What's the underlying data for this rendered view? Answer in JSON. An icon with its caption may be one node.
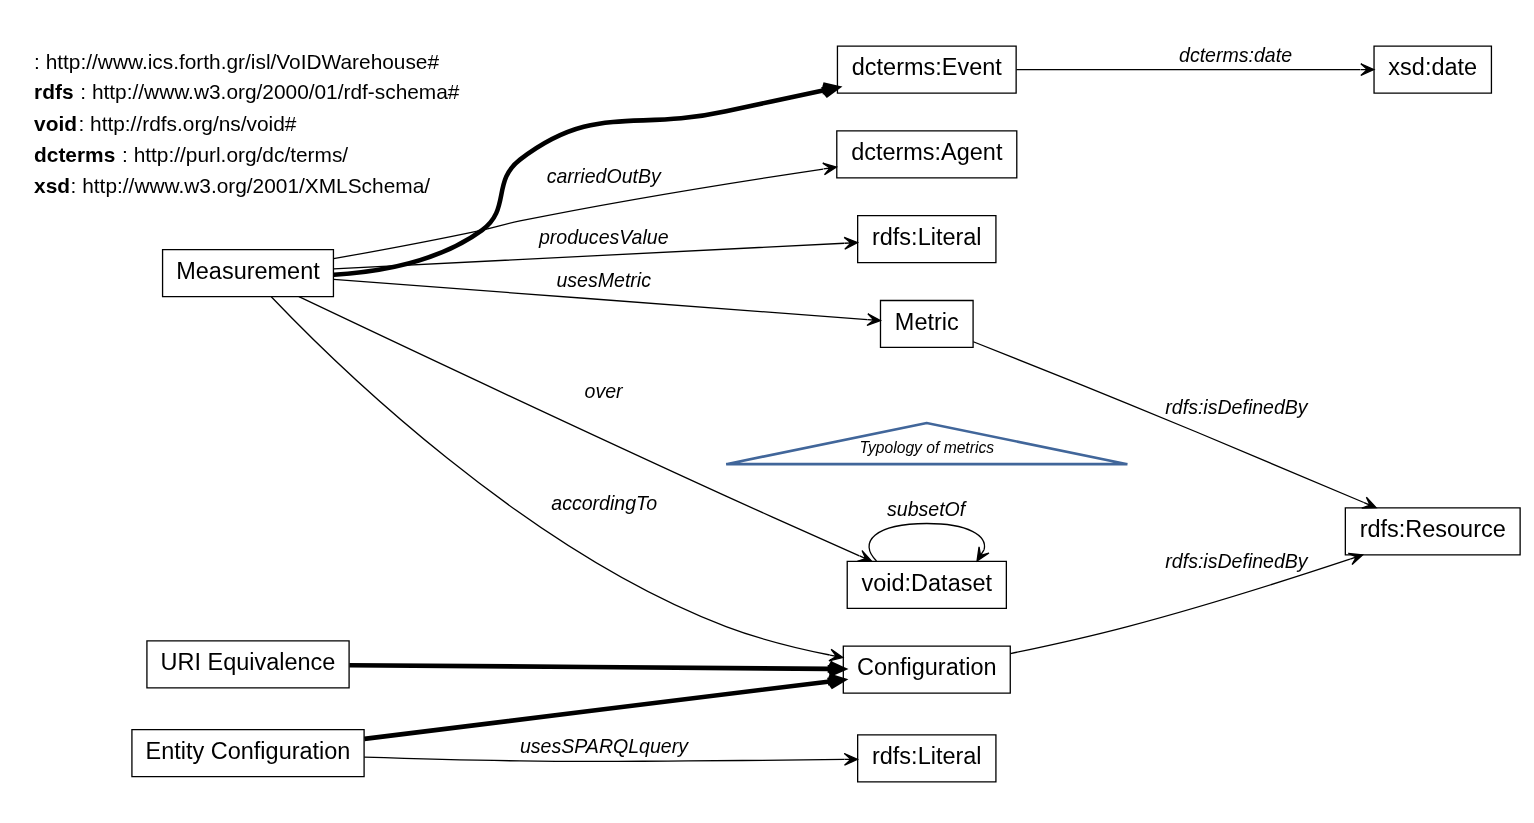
{
  "diagram": {
    "nodes": [
      {
        "text": [
          "dcterms:Event"
        ]
      },
      {
        "text": [
          "xsd:date"
        ]
      },
      {
        "text": [
          "dcterms:Agent"
        ]
      },
      {
        "text": [
          "rdfs:Literal"
        ]
      },
      {
        "text": [
          "Measurement"
        ]
      },
      {
        "text": [
          "Metric"
        ]
      },
      {
        "text": [
          "rdfs:Resource"
        ]
      },
      {
        "text": [
          "Typology of metrics"
        ]
      },
      {
        "text": [
          "void:Dataset"
        ]
      },
      {
        "text": [
          "Configuration"
        ]
      },
      {
        "text": [
          "URI Equivalence"
        ]
      },
      {
        "text": [
          "Entity Configuration"
        ]
      },
      {
        "text": [
          "rdfs:Literal"
        ]
      }
    ],
    "edges": [
      {
        "from": 4,
        "to": 0,
        "arrow": "to",
        "style": "thick"
      },
      {
        "from": 0,
        "to": 1,
        "arrow": "to",
        "label": "dcterms:date"
      },
      {
        "from": 4,
        "to": 2,
        "arrow": "to",
        "label": "carriedOutBy"
      },
      {
        "from": 4,
        "to": 3,
        "arrow": "to",
        "label": "producesValue"
      },
      {
        "from": 4,
        "to": 5,
        "arrow": "to",
        "label": "usesMetric"
      },
      {
        "from": 5,
        "to": 6,
        "arrow": "to",
        "label": "rdfs:isDefinedBy"
      },
      {
        "from": 4,
        "to": 8,
        "arrow": "to",
        "label": "over"
      },
      {
        "from": 8,
        "to": 8,
        "arrow": "to",
        "label": "subsetOf"
      },
      {
        "from": 4,
        "to": 9,
        "arrow": "to",
        "label": "accordingTo"
      },
      {
        "from": 9,
        "to": 6,
        "arrow": "to",
        "label": "rdfs:isDefinedBy"
      },
      {
        "from": 10,
        "to": 9,
        "arrow": "to",
        "style": "thick"
      },
      {
        "from": 11,
        "to": 9,
        "arrow": "to",
        "style": "thick"
      },
      {
        "from": 11,
        "to": 12,
        "arrow": "to",
        "label": "usesSPARQLquery"
      }
    ],
    "labels": [
      ": http://www.ics.forth.gr/isl/VoIDWarehouse#",
      "**rdfs** : http://www.w3.org/2000/01/rdf-schema#",
      "**void**: http://rdfs.org/ns/void#",
      "**dcterms** : http://purl.org/dc/terms/",
      "**xsd**: http://www.w3.org/2001/XMLSchema/"
    ]
  }
}
